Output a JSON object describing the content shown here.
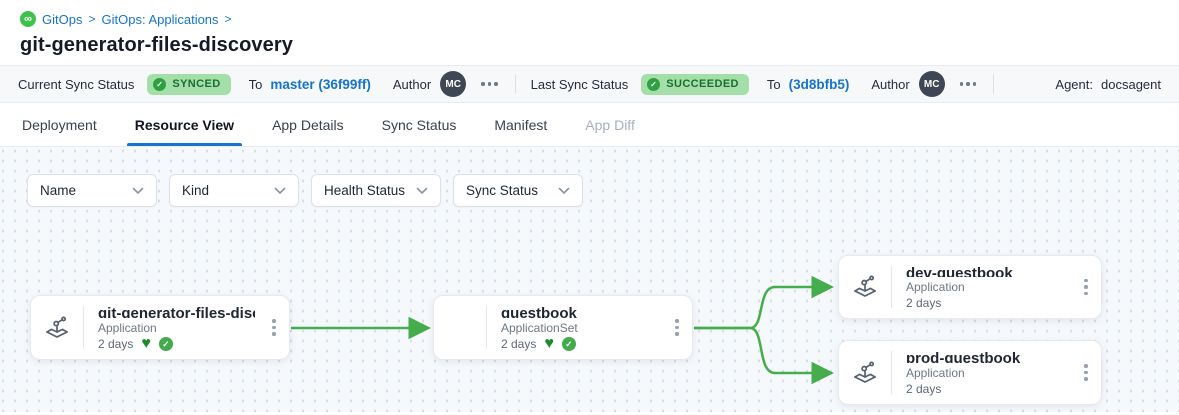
{
  "breadcrumb": {
    "root": "GitOps",
    "section": "GitOps: Applications",
    "separator": ">"
  },
  "page": {
    "title": "git-generator-files-discovery"
  },
  "status_bar": {
    "current": {
      "label": "Current Sync Status",
      "badge": "SYNCED",
      "to_label": "To",
      "revision": "master (36f99ff)",
      "author_label": "Author",
      "author_initials": "MC"
    },
    "last": {
      "label": "Last Sync Status",
      "badge": "SUCCEEDED",
      "to_label": "To",
      "revision": "(3d8bfb5)",
      "author_label": "Author",
      "author_initials": "MC"
    },
    "agent": {
      "label": "Agent:",
      "value": "docsagent"
    }
  },
  "tabs": [
    {
      "label": "Deployment",
      "state": "normal"
    },
    {
      "label": "Resource View",
      "state": "active"
    },
    {
      "label": "App Details",
      "state": "normal"
    },
    {
      "label": "Sync Status",
      "state": "normal"
    },
    {
      "label": "Manifest",
      "state": "normal"
    },
    {
      "label": "App Diff",
      "state": "disabled"
    }
  ],
  "filters": [
    {
      "label": "Name"
    },
    {
      "label": "Kind"
    },
    {
      "label": "Health Status"
    },
    {
      "label": "Sync Status"
    }
  ],
  "graph": {
    "nodes": [
      {
        "title": "git-generator-files-disco...",
        "kind": "Application",
        "age": "2 days",
        "healthy": true,
        "synced": true
      },
      {
        "title": "guestbook",
        "kind": "ApplicationSet",
        "age": "2 days",
        "healthy": true,
        "synced": true
      },
      {
        "title": "dev-guestbook",
        "kind": "Application",
        "age": "2 days",
        "healthy": false,
        "synced": false
      },
      {
        "title": "prod-guestbook",
        "kind": "Application",
        "age": "2 days",
        "healthy": false,
        "synced": false
      }
    ],
    "edges": [
      {
        "from": "git-generator-files-disco...",
        "to": "guestbook"
      },
      {
        "from": "guestbook",
        "to": "dev-guestbook"
      },
      {
        "from": "guestbook",
        "to": "prod-guestbook"
      }
    ]
  },
  "icons": {
    "infinity": "∞",
    "check": "✓",
    "heart": "♥"
  },
  "colors": {
    "link_blue": "#1674d1",
    "badge_bg": "#a4dfa9",
    "badge_text": "#1b6e2d",
    "edge_green": "#45ad4d",
    "logo_green": "#3dc24c"
  }
}
